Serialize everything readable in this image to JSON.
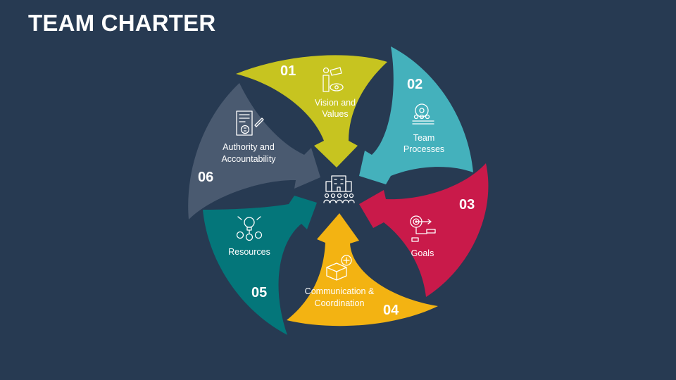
{
  "slide": {
    "title": "TEAM CHARTER"
  },
  "colors": {
    "background": "#273a52",
    "segment_01": "#c7c420",
    "segment_02": "#44b1bc",
    "segment_03": "#c91a4a",
    "segment_04": "#f3b312",
    "segment_05": "#04767a",
    "segment_06": "#4a5a70"
  },
  "center": {
    "icon": "team-building-icon"
  },
  "segments": [
    {
      "number": "01",
      "line1": "Vision and",
      "line2": "Values",
      "icon": "vision-binoculars-icon"
    },
    {
      "number": "02",
      "line1": "Team",
      "line2": "Processes",
      "icon": "team-process-gear-icon"
    },
    {
      "number": "03",
      "line1": "Goals",
      "line2": "",
      "icon": "target-goal-icon"
    },
    {
      "number": "04",
      "line1": "Communication &",
      "line2": "Coordination",
      "icon": "box-communication-icon"
    },
    {
      "number": "05",
      "line1": "Resources",
      "line2": "",
      "icon": "resources-network-icon"
    },
    {
      "number": "06",
      "line1": "Authority and",
      "line2": "Accountability",
      "icon": "document-dollar-icon"
    }
  ]
}
